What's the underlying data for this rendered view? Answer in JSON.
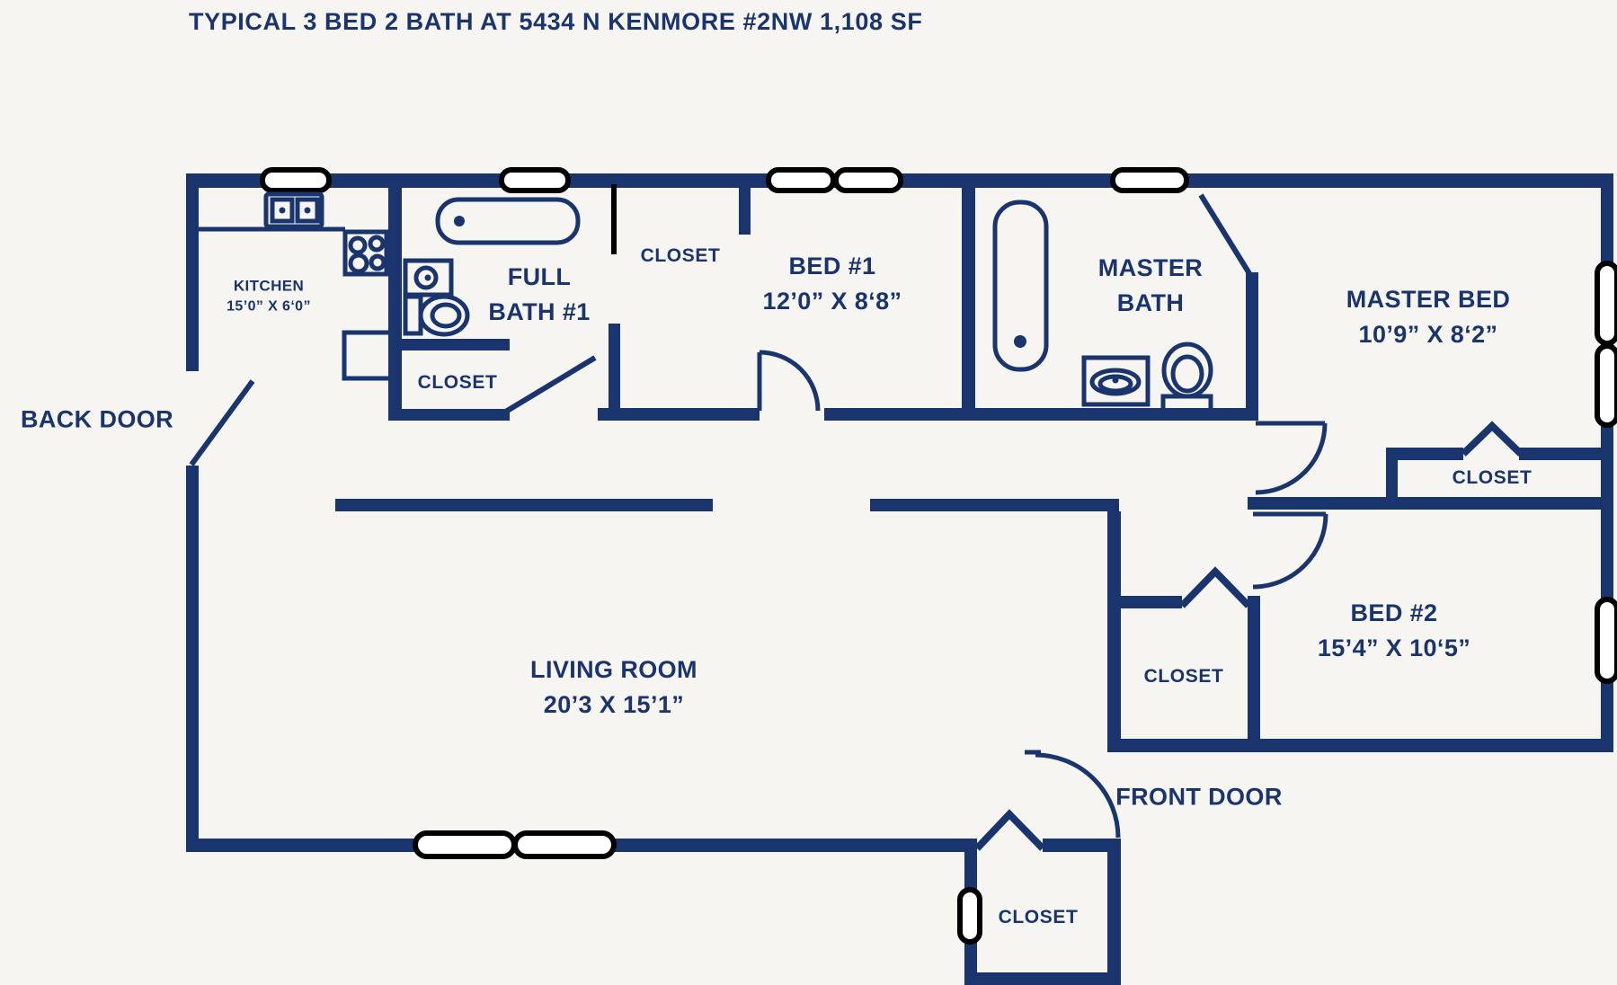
{
  "title": {
    "line1": "TYPICAL 3 BED 2 BATH AT",
    "line2": "5434 N KENMORE #2NW",
    "line3": "1,108 SF"
  },
  "rooms": {
    "kitchen": {
      "name": "KITCHEN",
      "dims": "15’0” X 6‘0”"
    },
    "full_bath": {
      "name_line1": "FULL",
      "name_line2": "BATH #1"
    },
    "bed1": {
      "name": "BED #1",
      "dims": "12’0” X 8‘8”"
    },
    "master_bath": {
      "name_line1": "MASTER",
      "name_line2": "BATH"
    },
    "master_bed": {
      "name": "MASTER BED",
      "dims": "10’9” X 8‘2”"
    },
    "living_room": {
      "name": "LIVING ROOM",
      "dims": "20’3 X 15’1”"
    },
    "bed2": {
      "name": "BED #2",
      "dims": "15’4” X 10‘5”"
    }
  },
  "closets": {
    "bed1": "CLOSET",
    "bath": "CLOSET",
    "master": "CLOSET",
    "hall": "CLOSET",
    "entry": "CLOSET"
  },
  "doors": {
    "back": "BACK DOOR",
    "front": "FRONT DOOR"
  },
  "colors": {
    "wall": "#1a356d",
    "window_frame": "#000000",
    "background": "#f6f5f1"
  }
}
